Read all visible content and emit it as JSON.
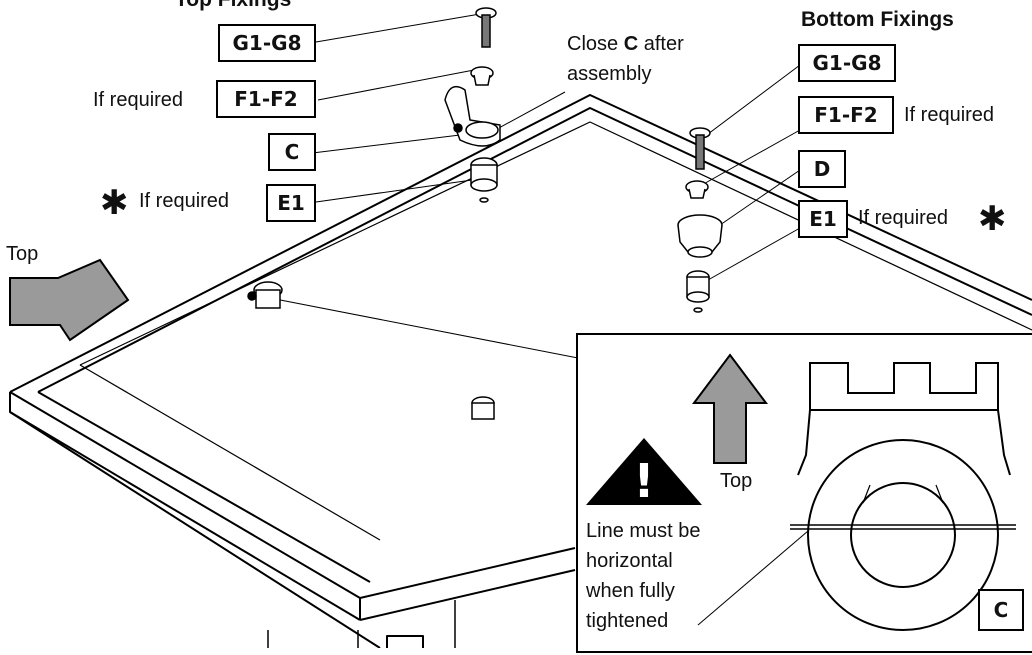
{
  "top_fixings": {
    "title": "Top Fixings",
    "labels": [
      "G1-G8",
      "F1-F2",
      "C",
      "E1"
    ],
    "if_required_f": "If required",
    "if_required_e": "If required",
    "close_note_prefix": "Close ",
    "close_note_bold": "C",
    "close_note_suffix": " after",
    "close_note_line2": "assembly"
  },
  "bottom_fixings": {
    "title": "Bottom Fixings",
    "labels": [
      "G1-G8",
      "F1-F2",
      "D",
      "E1"
    ],
    "if_required_f": "If required",
    "if_required_e": "If required"
  },
  "top_arrow_label": "Top",
  "callout": {
    "warning_symbol": "!",
    "arrow_label": "Top",
    "note_lines": [
      "Line must be",
      "horizontal",
      "when fully",
      "tightened"
    ],
    "part_label": "C"
  },
  "bottom_partial_label": "",
  "colors": {
    "arrow_fill": "#9a9a9a",
    "line": "#000000",
    "background": "#ffffff"
  },
  "icons": [
    "screw-icon",
    "washer-icon",
    "clip-icon",
    "spacer-icon",
    "warning-icon",
    "arrow-up-icon",
    "arrow-left-icon",
    "star-icon"
  ]
}
